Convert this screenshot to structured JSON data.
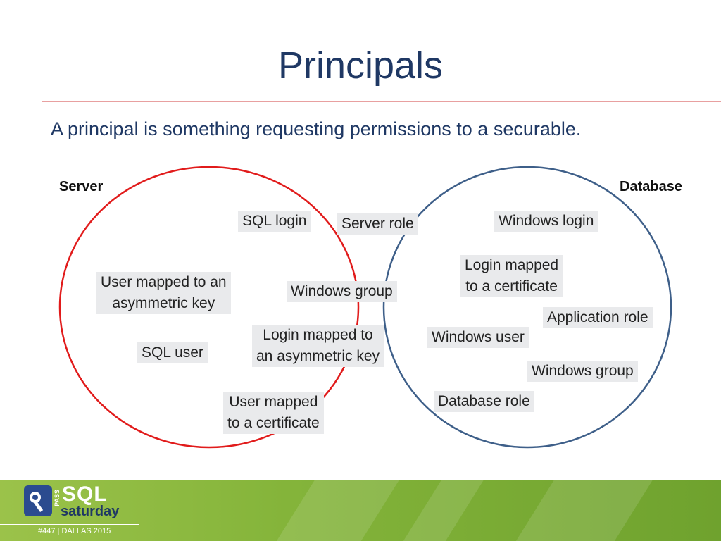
{
  "title": "Principals",
  "subtitle": "A principal is something requesting permissions to a securable.",
  "server_label": "Server",
  "database_label": "Database",
  "colors": {
    "server_circle": "#e11b1b",
    "database_circle": "#3e5f89",
    "title": "#1f3864"
  },
  "items": {
    "sql_login": "SQL login",
    "server_role": "Server role",
    "windows_login": "Windows login",
    "user_asym_key": [
      "User mapped to an",
      "asymmetric key"
    ],
    "windows_group_center": "Windows group",
    "login_certificate": [
      "Login mapped",
      "to a certificate"
    ],
    "application_role": "Application role",
    "login_asym_key": [
      "Login mapped to",
      "an asymmetric key"
    ],
    "windows_user": "Windows user",
    "sql_user": "SQL user",
    "windows_group_db": "Windows group",
    "user_certificate": [
      "User mapped",
      "to a certificate"
    ],
    "database_role": "Database role"
  },
  "footer": {
    "logo_pass": "PASS",
    "logo_sql": "SQL",
    "logo_saturday": "saturday",
    "event_number": "#447",
    "event_city": "DALLAS 2015"
  }
}
